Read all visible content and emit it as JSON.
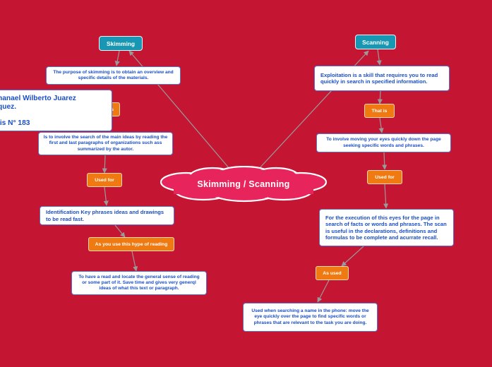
{
  "central_topic": "Skimming / Scanning",
  "author": {
    "line1": "nanael Wilberto Juarez",
    "line2": "quez.",
    "line3": "lis N° 183"
  },
  "skimming": {
    "title": "Skimming",
    "purpose": "The purpose of skimming is to obtain an overview and specific details of the materials.",
    "hidden_label": "s",
    "involve": "Is to involve the search of the main ideas by reading the first and last paragraphs of organizations such ass summarized by the autor.",
    "used_for_label": "Used for",
    "used_for": "Identification Key phrases ideas and drawings to be read fast.",
    "as_you_use_label": "As you use this hype of reading",
    "as_you_use": "To have a read and locate the general sense of reading or some part of it. Save time and gives very generql ideas of what this text or paragraph."
  },
  "scanning": {
    "title": "Scanning",
    "definition": "Exploitation is a skill that requires you to read quickly in search in specified information.",
    "that_is_label": "That is",
    "that_is": "To involve moving your eyes quickly down the page seeking specific words and phrases.",
    "used_for_label": "Used for",
    "used_for": "For the execution of this eyes for the page in search of facts or words and phrases. The scan is useful in the declarations, definitions and formulas to be complete and acurrate recall.",
    "as_used_label": "As used",
    "as_used": "Used when searching a name in the phone: move the eye quickly over the page to find specific words or phrases that are relevant to the task you are doing."
  },
  "colors": {
    "background": "#c41533",
    "topic_teal": "#1797b4",
    "connector_orange": "#f07a12",
    "node_text_blue": "#1a4fc4",
    "cloud_pink": "#e8245c"
  }
}
